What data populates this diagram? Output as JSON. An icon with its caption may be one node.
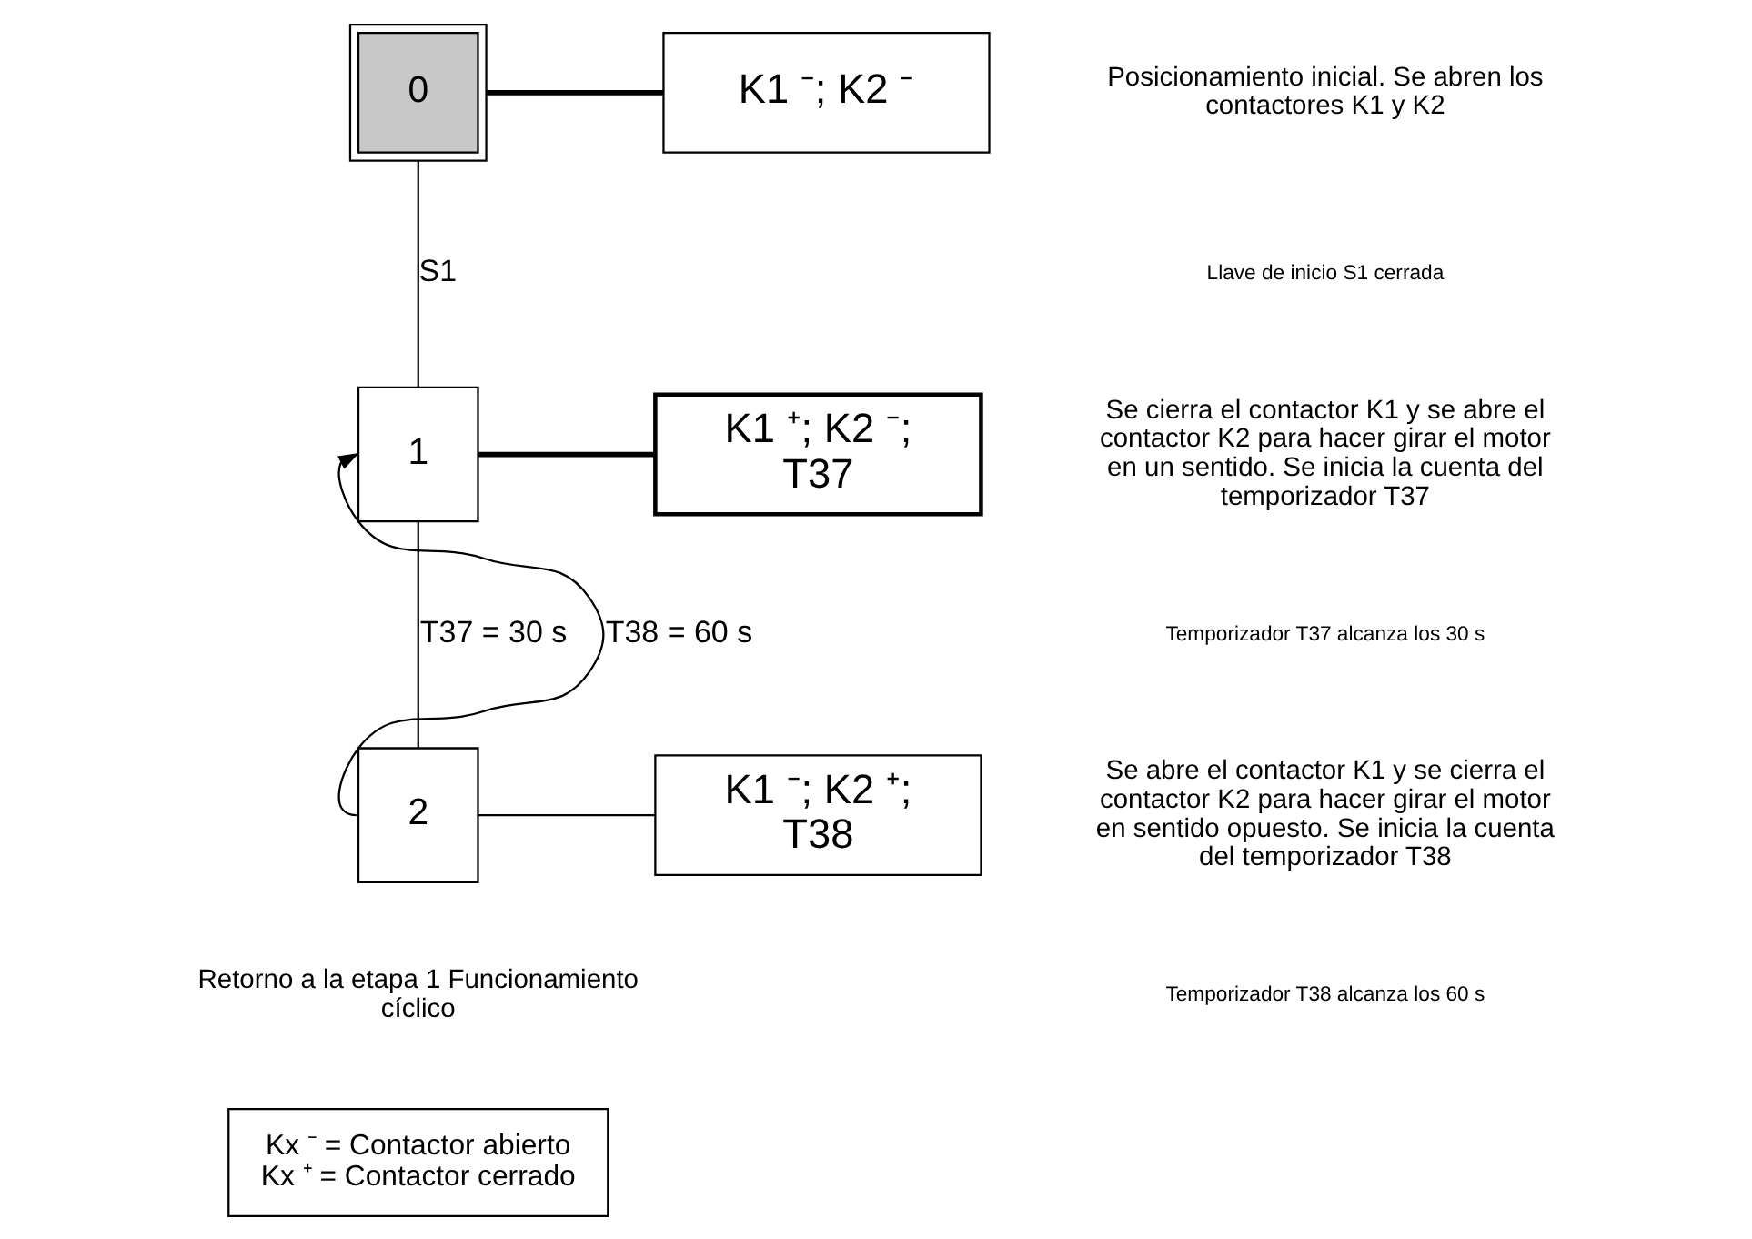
{
  "diagram": {
    "nodes": [
      {
        "text": [
          "0"
        ]
      },
      {
        "text": [
          "K1 ⁻; K2 ⁻"
        ]
      },
      {
        "text": [
          "1"
        ]
      },
      {
        "text": [
          "K1 ⁺; K2 ⁻; T37"
        ]
      },
      {
        "text": [
          "2"
        ]
      },
      {
        "text": [
          "K1 ⁻; K2 ⁺; T38"
        ]
      },
      {
        "text": [
          "Kx ⁻ = Contactor abierto",
          "Kx ⁺ = Contactor cerrado"
        ]
      }
    ],
    "edges": [
      {
        "from": 0,
        "to": 1,
        "arrow": "none",
        "style": "thick"
      },
      {
        "from": 0,
        "to": 2,
        "arrow": "none",
        "label": "S1"
      },
      {
        "from": 2,
        "to": 3,
        "arrow": "none",
        "style": "thick"
      },
      {
        "from": 2,
        "to": 4,
        "arrow": "none",
        "label": "T37 = 30 s"
      },
      {
        "from": 4,
        "to": 5,
        "arrow": "none"
      },
      {
        "from": 4,
        "to": 2,
        "arrow": "to",
        "label": "T38 = 60 s"
      }
    ],
    "labels": [
      "Posicionamiento inicial. Se abren los contactores K1 y K2",
      "Llave de inicio S1 cerrada",
      "Se cierra el contactor K1 y se abre el contactor K2 para hacer girar el motor en un sentido. Se inicia la cuenta del temporizador T37",
      "Temporizador T37 alcanza los 30 s",
      "Se abre el contactor K1 y se cierra el contactor K2 para hacer girar el motor en sentido opuesto. Se inicia la cuenta del temporizador T38",
      "Temporizador T38 alcanza los 60 s",
      "Retorno a la etapa 1 Funcionamiento cíclico"
    ]
  }
}
